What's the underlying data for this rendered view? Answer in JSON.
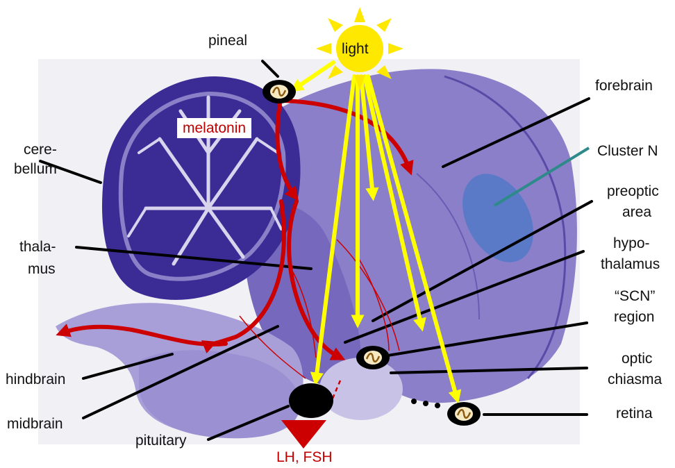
{
  "labels": {
    "pineal": "pineal",
    "light": "light",
    "melatonin": "melatonin",
    "forebrain": "forebrain",
    "cluster_n": "Cluster N",
    "cerebellum_1": "cere-",
    "cerebellum_2": "bellum",
    "preoptic_1": "preoptic",
    "preoptic_2": "area",
    "hypothalamus_1": "hypo-",
    "hypothalamus_2": "thalamus",
    "thalamus_1": "thala-",
    "thalamus_2": "mus",
    "scn_1": "“SCN”",
    "scn_2": "region",
    "optic_1": "optic",
    "optic_2": "chiasma",
    "hindbrain": "hindbrain",
    "midbrain": "midbrain",
    "retina": "retina",
    "pituitary": "pituitary",
    "hormones": "LH, FSH"
  },
  "colors": {
    "tissue": "#7f73c2",
    "tissue_dark": "#3b2b95",
    "background_photo": "#f1f0f5",
    "light_arrow": "#ffff00",
    "sun": "#ffe800",
    "melatonin_arrow": "#cc0000",
    "cluster_n": "#4a78c8",
    "cluster_n_line": "#2e8a8a",
    "leader_line": "#000000"
  },
  "icons": {
    "oscillator": "sine-wave-clock-icon",
    "sun": "sun-icon",
    "pituitary": "black-ellipse",
    "output_arrow": "red-triangle-icon"
  }
}
